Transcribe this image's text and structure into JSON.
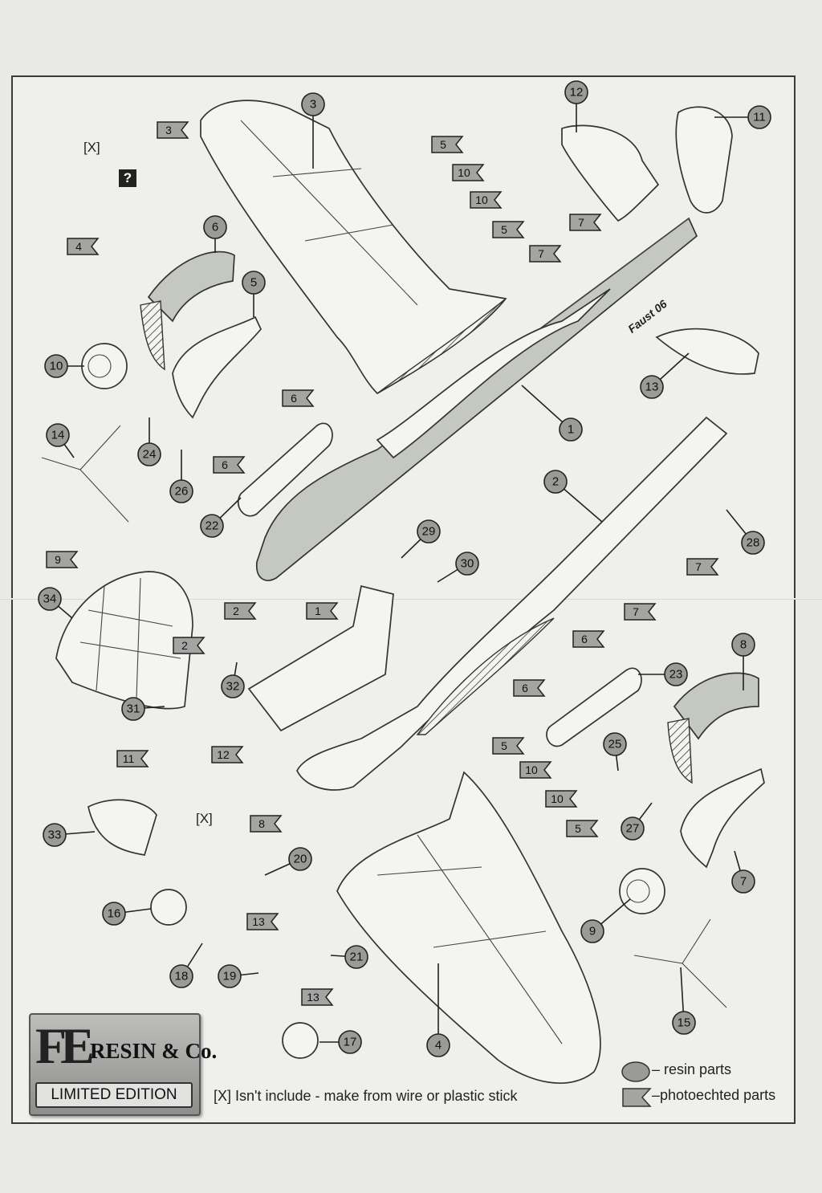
{
  "diagram": {
    "label_sets": {
      "resin_parts": [
        "1",
        "2",
        "3",
        "4",
        "5",
        "6",
        "7",
        "8",
        "9",
        "10",
        "11",
        "12",
        "13",
        "14",
        "15",
        "16",
        "17",
        "18",
        "19",
        "20",
        "21",
        "22",
        "23",
        "24",
        "25",
        "26",
        "27",
        "28",
        "29",
        "30",
        "31",
        "32",
        "33",
        "34"
      ],
      "photoetched_parts": [
        "3",
        "4",
        "5",
        "10",
        "10",
        "5",
        "7",
        "7",
        "6",
        "6",
        "9",
        "2",
        "1",
        "2",
        "7",
        "7",
        "6",
        "6",
        "11",
        "12",
        "5",
        "10",
        "10",
        "5",
        "8",
        "13",
        "13"
      ]
    },
    "fuselage_marking": "Faust 06",
    "missing_part_marker": "[X]",
    "unknown_part_marker": "?"
  },
  "logo": {
    "mark": "FE",
    "brand": "RESIN & Co.",
    "edition": "LIMITED EDITION"
  },
  "note": "[X] Isn't include - make from wire or plastic stick",
  "legend": {
    "resin": "– resin parts",
    "photoetched": "–photoechted parts",
    "resin_color": "#9a9a98",
    "photoetched_color": "#a4a4a2"
  }
}
